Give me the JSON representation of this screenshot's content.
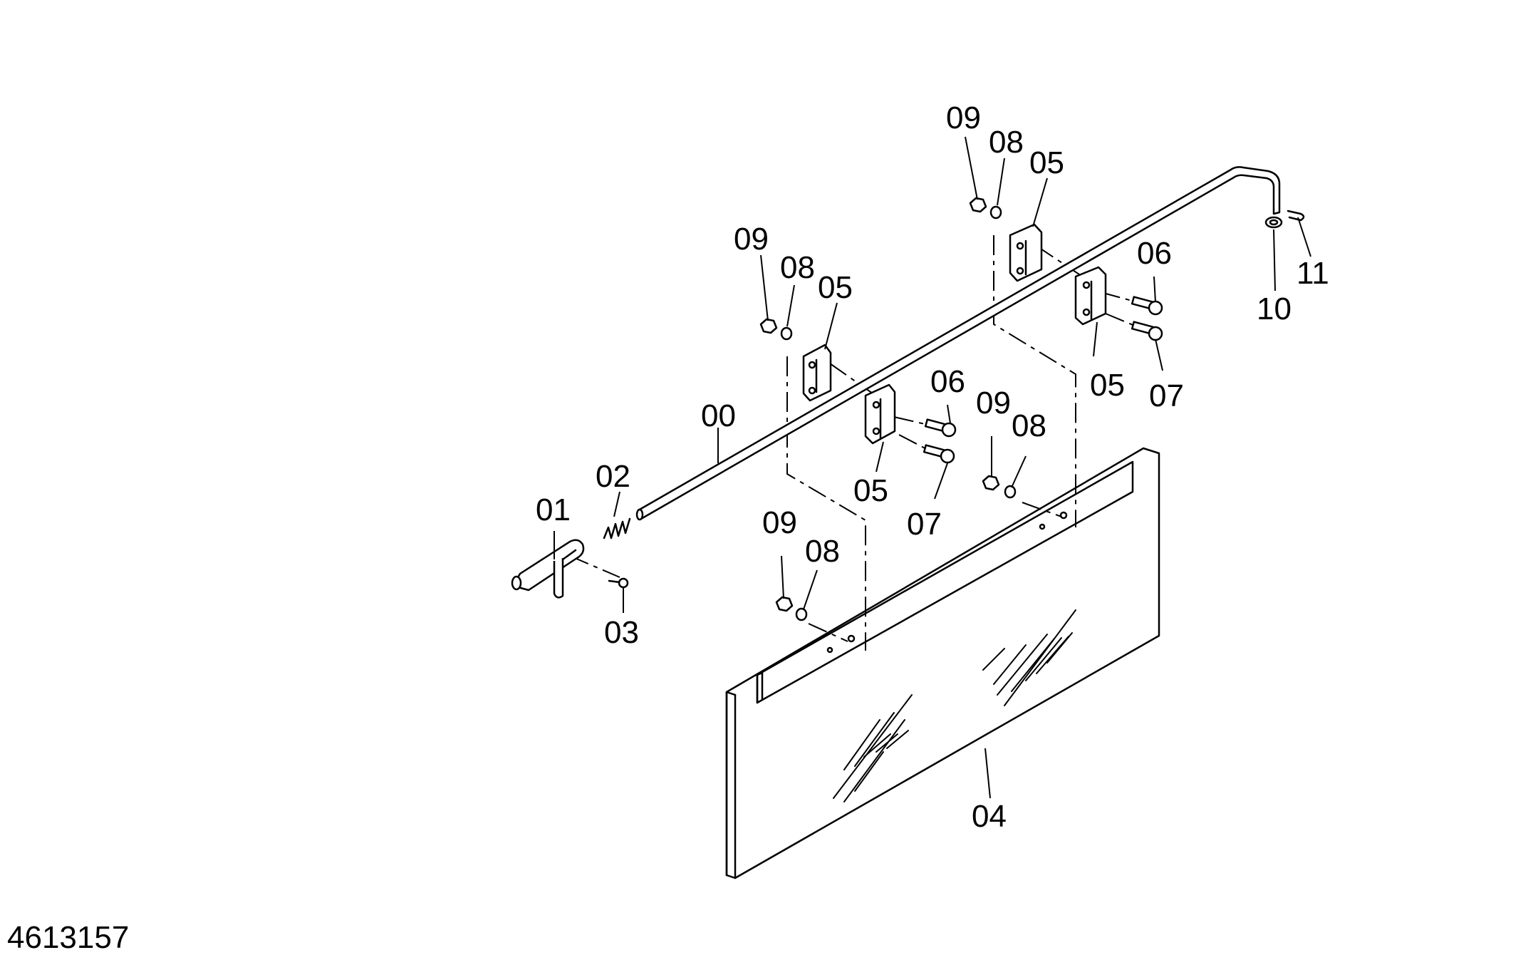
{
  "figure_id": "4613157",
  "part_labels": {
    "rod": "00",
    "handle": "01",
    "spring": "02",
    "pin": "03",
    "glass": "04",
    "hinge_left_upper": "05",
    "hinge_left_lower": "05",
    "hinge_right_upper": "05",
    "hinge_right_lower": "05",
    "bolt_left_upper": "06",
    "bolt_left_lower": "07",
    "bolt_right_upper": "06",
    "bolt_right_lower": "07",
    "washer_top_left": "08",
    "nut_top_left": "09",
    "washer_top_right": "08",
    "nut_top_right": "09",
    "washer_mid": "08",
    "nut_mid": "09",
    "washer_bottom": "08",
    "nut_bottom": "09",
    "washer_end": "10",
    "clip_end": "11"
  }
}
